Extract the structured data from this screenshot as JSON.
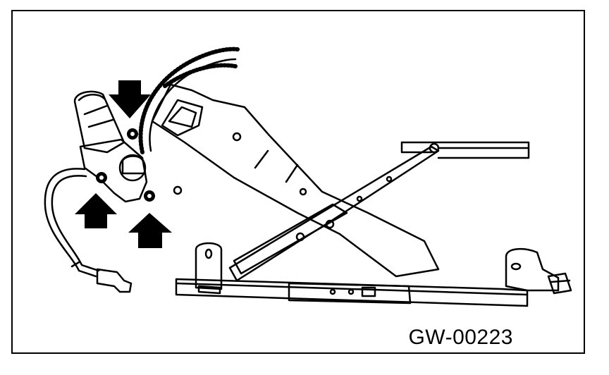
{
  "figure": {
    "code": "GW-00223",
    "line_color": "#000000",
    "background_color": "#ffffff"
  },
  "callouts": [
    {
      "name": "arrow-down-top-bolt",
      "direction": "down"
    },
    {
      "name": "arrow-up-left-bolt",
      "direction": "up"
    },
    {
      "name": "arrow-up-right-bolt",
      "direction": "up"
    }
  ]
}
